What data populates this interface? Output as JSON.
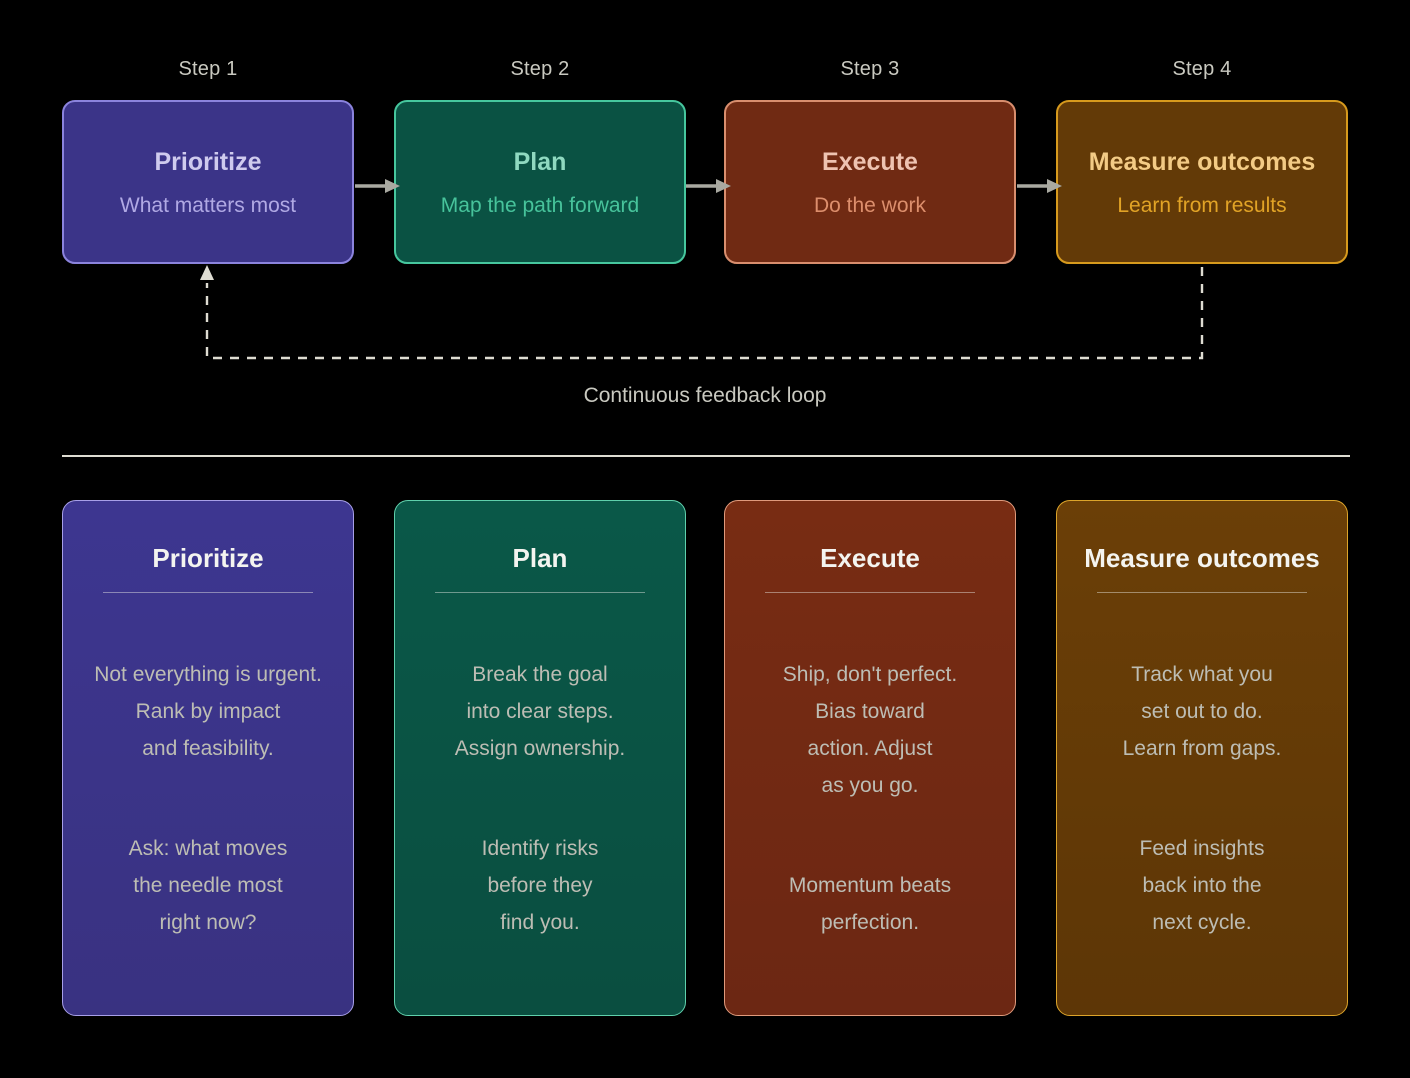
{
  "flow": {
    "steps": [
      {
        "step_label": "Step 1",
        "title": "Prioritize",
        "subtitle": "What matters most",
        "fill": "#3b3488",
        "border": "#8b83dd"
      },
      {
        "step_label": "Step 2",
        "title": "Plan",
        "subtitle": "Map the path forward",
        "fill": "#0a5243",
        "border": "#46c79e"
      },
      {
        "step_label": "Step 3",
        "title": "Execute",
        "subtitle": "Do the work",
        "fill": "#702a13",
        "border": "#d98e6e"
      },
      {
        "step_label": "Step 4",
        "title": "Measure outcomes",
        "subtitle": "Learn from results",
        "fill": "#633a07",
        "border": "#d79a1d"
      }
    ],
    "arrow_color": "#a9a9a1",
    "feedback_loop": {
      "caption": "Continuous feedback loop",
      "line_color": "#dedcd2",
      "style": "dashed"
    }
  },
  "divider_color": "#dedcd2",
  "cards": [
    {
      "title": "Prioritize",
      "paragraphs": [
        "Not everything is urgent.\nRank by impact\nand feasibility.",
        "Ask: what moves\nthe needle most\nright now?"
      ],
      "fill": "#3d3690",
      "border": "#a79fe8"
    },
    {
      "title": "Plan",
      "paragraphs": [
        "Break the goal\ninto clear steps.\nAssign ownership.",
        "Identify risks\nbefore they\nfind you."
      ],
      "fill": "#0a5848",
      "border": "#5fd0ac"
    },
    {
      "title": "Execute",
      "paragraphs": [
        "Ship, don't perfect.\nBias toward\naction. Adjust\nas you go.",
        "Momentum beats\nperfection."
      ],
      "fill": "#782c13",
      "border": "#e09a7c"
    },
    {
      "title": "Measure outcomes",
      "paragraphs": [
        "Track what you\nset out to do.\nLearn from gaps.",
        "Feed insights\nback into the\nnext cycle."
      ],
      "fill": "#6b3f07",
      "border": "#dca42a"
    }
  ]
}
